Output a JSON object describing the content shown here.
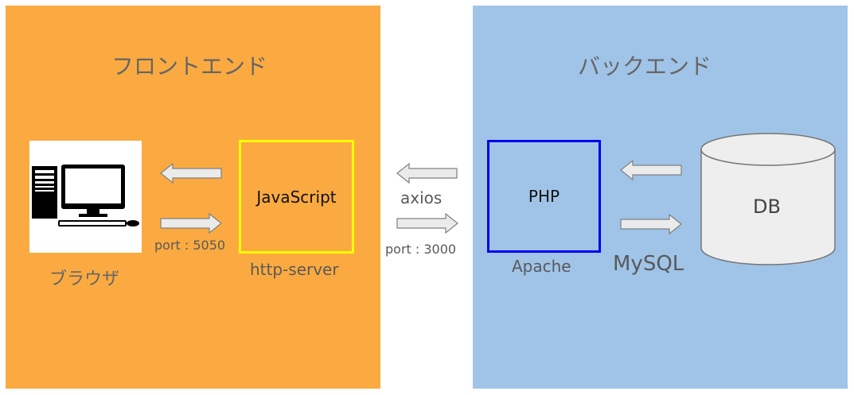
{
  "frontend": {
    "title": "フロントエンド",
    "browser_label": "ブラウザ",
    "port_label": "port : 5050",
    "js_box_label": "JavaScript",
    "server_label": "http-server"
  },
  "middle": {
    "axios_label": "axios",
    "port_label": "port : 3000"
  },
  "backend": {
    "title": "バックエンド",
    "php_box_label": "PHP",
    "apache_label": "Apache",
    "mysql_label": "MySQL",
    "db_label": "DB"
  },
  "colors": {
    "frontend_bg": "#fbaa41",
    "backend_bg": "#a0c4e8",
    "js_border": "#ffff00",
    "php_border": "#0000ee"
  }
}
